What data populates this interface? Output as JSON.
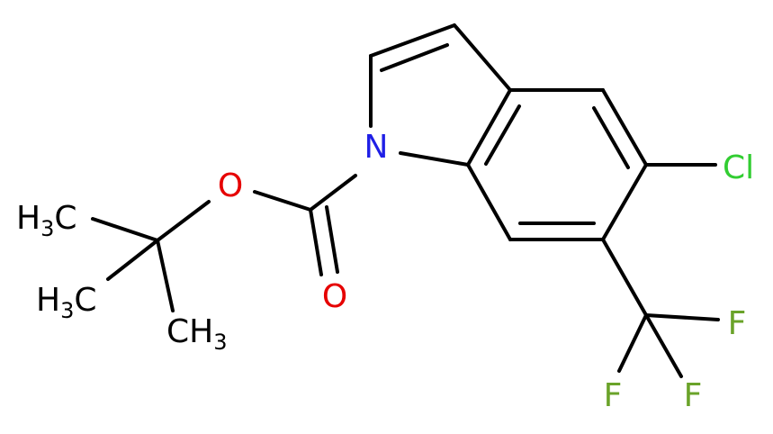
{
  "molecule": {
    "atoms": {
      "N": {
        "text": "N",
        "color": "#1f1fe6"
      },
      "O_ether": {
        "text": "O",
        "color": "#e60000"
      },
      "O_carbonyl": {
        "text": "O",
        "color": "#e60000"
      },
      "Cl": {
        "text": "Cl",
        "color": "#32cd32"
      },
      "F1": {
        "text": "F",
        "color": "#6aa329"
      },
      "F2": {
        "text": "F",
        "color": "#6aa329"
      },
      "F3": {
        "text": "F",
        "color": "#6aa329"
      }
    },
    "methyls": [
      {
        "main": "H",
        "sub": "3",
        "tail": "C"
      },
      {
        "main": "H",
        "sub": "3",
        "tail": "C"
      },
      {
        "main": "CH",
        "sub": "3",
        "tail": ""
      }
    ]
  }
}
